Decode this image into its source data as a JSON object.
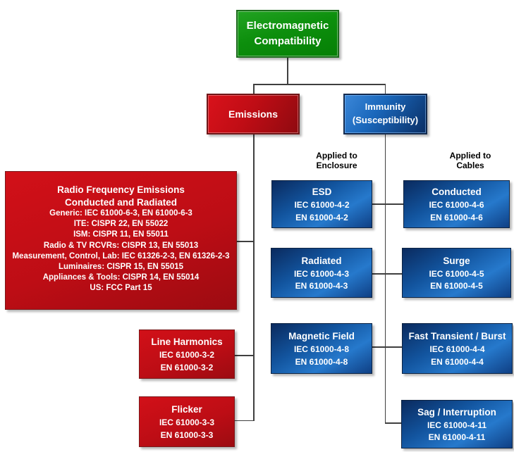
{
  "diagram_title": "Electromagnetic Compatibility",
  "colors": {
    "green": "#0d8f0d",
    "red": "#c00d15",
    "blue": "#1565c0",
    "connector": "#3f3f3f",
    "header_text": "#000000"
  },
  "root": {
    "label_lines": [
      "Electromagnetic",
      "Compatibility"
    ]
  },
  "emissions": {
    "label": "Emissions"
  },
  "immunity": {
    "label_lines": [
      "Immunity",
      "(Susceptibility)"
    ]
  },
  "column_headers": {
    "enclosure_lines": [
      "Applied to",
      "Enclosure"
    ],
    "cables_lines": [
      "Applied to",
      "Cables"
    ]
  },
  "rf_box": {
    "title_line1": "Radio Frequency Emissions",
    "title_line2": "Conducted and Radiated",
    "lines": [
      "Generic: IEC 61000-6-3, EN 61000-6-3",
      "ITE: CISPR 22, EN 55022",
      "ISM: CISPR 11, EN 55011",
      "Radio & TV RCVRs: CISPR 13, EN 55013",
      "Measurement, Control, Lab: IEC 61326-2-3, EN 61326-2-3",
      "Luminaires: CISPR 15, EN 55015",
      "Appliances & Tools: CISPR 14, EN 55014",
      "US: FCC Part 15"
    ]
  },
  "line_harmonics": {
    "title": "Line Harmonics",
    "std1": "IEC 61000-3-2",
    "std2": "EN 61000-3-2"
  },
  "flicker": {
    "title": "Flicker",
    "std1": "IEC 61000-3-3",
    "std2": "EN 61000-3-3"
  },
  "esd": {
    "title": "ESD",
    "std1": "IEC 61000-4-2",
    "std2": "EN 61000-4-2"
  },
  "radiated": {
    "title": "Radiated",
    "std1": "IEC 61000-4-3",
    "std2": "EN 61000-4-3"
  },
  "magnetic_field": {
    "title": "Magnetic Field",
    "std1": "IEC 61000-4-8",
    "std2": "EN 61000-4-8"
  },
  "conducted": {
    "title": "Conducted",
    "std1": "IEC 61000-4-6",
    "std2": "EN 61000-4-6"
  },
  "surge": {
    "title": "Surge",
    "std1": "IEC 61000-4-5",
    "std2": "EN 61000-4-5"
  },
  "fast_transient": {
    "title": "Fast Transient / Burst",
    "std1": "IEC 61000-4-4",
    "std2": "EN 61000-4-4"
  },
  "sag": {
    "title": "Sag / Interruption",
    "std1": "IEC 61000-4-11",
    "std2": "EN 61000-4-11"
  }
}
